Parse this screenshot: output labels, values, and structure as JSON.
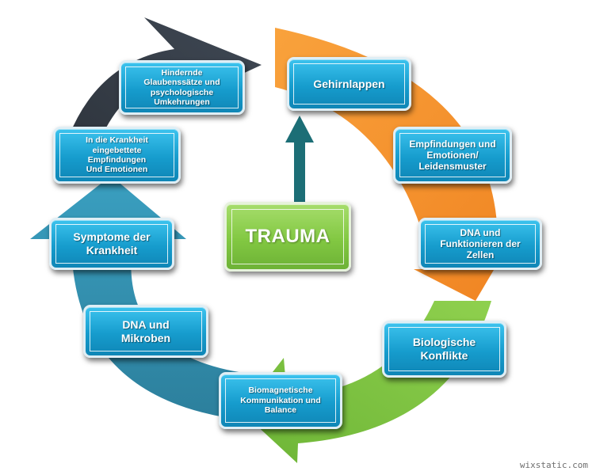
{
  "center": {
    "label": "TRAUMA"
  },
  "nodes": {
    "gehirnlappen": "Gehirnlappen",
    "empfindungen": "Empfindungen und\nEmotionen/\nLeidensmuster",
    "dna_zellen": "DNA und\nFunktionieren der\nZellen",
    "konflikte": "Biologische\nKonflikte",
    "biomagnetische": "Biomagnetische\nKommunikation und\nBalance",
    "dna_mikroben": "DNA und\nMikroben",
    "symptome": "Symptome der\nKrankheit",
    "eingebettete": "In die Krankheit\neingebettete\nEmpfindungen\nUnd Emotionen",
    "glaubenssaetze": "Hindernde\nGlaubenssätze und\npsychologische\nUmkehrungen"
  },
  "colors": {
    "orange": "#f7932a",
    "green": "#7dc142",
    "teal": "#2a8fae",
    "dark": "#333a44",
    "center_arrow": "#1c6e76"
  },
  "watermark": "wixstatic.com"
}
